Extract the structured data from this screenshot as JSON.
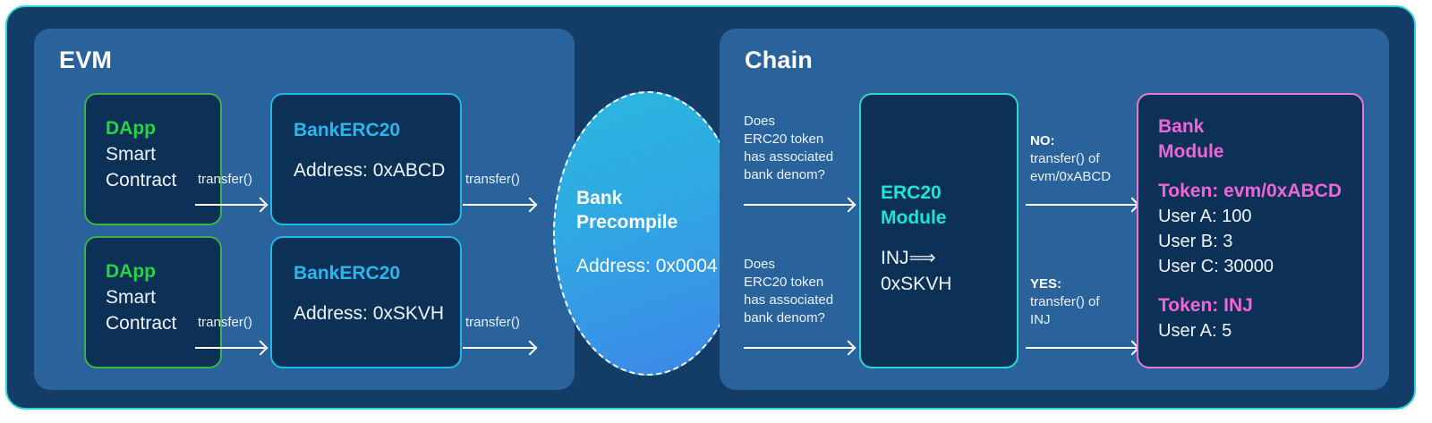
{
  "diagram": {
    "title": "Bank Precompile / ERC20 Module flow",
    "colors": {
      "frame_border": "#2fd4d4",
      "frame_bg": "#133c66",
      "panel_bg": "#2a639c",
      "node_bg": "#0d3156",
      "green": "#24d63f",
      "cyan": "#2ab7ef",
      "teal": "#19e6d6",
      "pink": "#f065d8",
      "white": "#ffffff"
    }
  },
  "panels": {
    "evm": {
      "title": "EVM"
    },
    "chain": {
      "title": "Chain"
    }
  },
  "nodes": {
    "dapp_top": {
      "title": "DApp",
      "line1": "Smart",
      "line2": "Contract"
    },
    "dapp_bottom": {
      "title": "DApp",
      "line1": "Smart",
      "line2": "Contract"
    },
    "bankerc20_top": {
      "title": "BankERC20",
      "address": "Address: 0xABCD"
    },
    "bankerc20_bottom": {
      "title": "BankERC20",
      "address": "Address: 0xSKVH"
    },
    "precompile": {
      "title_line1": "Bank",
      "title_line2": "Precompile",
      "address": "Address: 0x0004"
    },
    "erc20_module": {
      "title_line1": "ERC20",
      "title_line2": "Module",
      "mapping": "INJ⟹ 0xSKVH"
    },
    "bank_module": {
      "title_line1": "Bank",
      "title_line2": "Module",
      "token_evm": "Token: evm/0xABCD",
      "balances_evm": [
        "User A: 100",
        "User B: 3",
        "User C: 30000"
      ],
      "token_inj": "Token: INJ",
      "balances_inj": [
        "User A: 5"
      ]
    }
  },
  "arrows": {
    "dapp_top_to_erc20": "transfer()",
    "dapp_bottom_to_erc20": "transfer()",
    "erc20_top_to_precompile": "transfer()",
    "erc20_bottom_to_precompile": "transfer()",
    "precompile_top_query": {
      "l1": "Does",
      "l2": "ERC20 token",
      "l3": "has associated",
      "l4": "bank denom?"
    },
    "precompile_bottom_query": {
      "l1": "Does",
      "l2": "ERC20 token",
      "l3": "has associated",
      "l4": "bank denom?"
    },
    "module_no": {
      "head": "NO:",
      "l1": "transfer() of",
      "l2": "evm/0xABCD"
    },
    "module_yes": {
      "head": "YES:",
      "l1": "transfer() of",
      "l2": "INJ"
    }
  }
}
